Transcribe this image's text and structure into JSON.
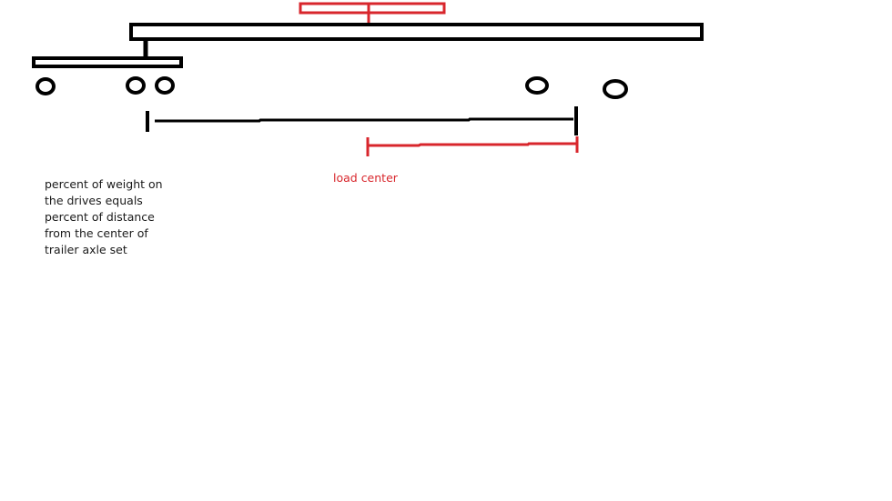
{
  "colors": {
    "structure": "#000000",
    "load": "#d8262c",
    "text": "#1a1a1a"
  },
  "labels": {
    "load_center": "load center",
    "note_lines": [
      "percent of weight on",
      "the drives equals",
      "percent of distance",
      "from the center of",
      "trailer axle set"
    ]
  }
}
